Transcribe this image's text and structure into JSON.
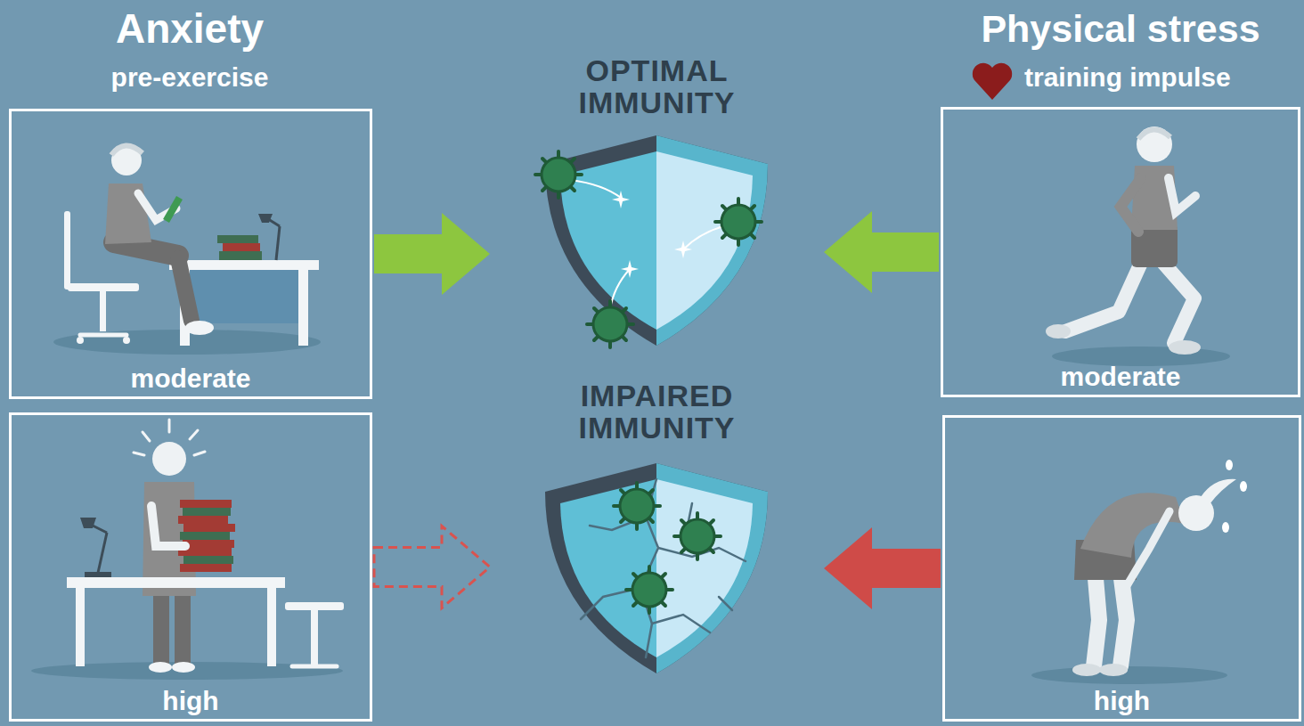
{
  "diagram": {
    "nodes": [
      {
        "text": [
          "moderate"
        ]
      },
      {
        "text": [
          "high"
        ]
      },
      {
        "text": [
          "OPTIMAL IMMUNITY"
        ]
      },
      {
        "text": [
          "IMPAIRED IMMUNITY"
        ]
      },
      {
        "text": [
          "moderate"
        ]
      },
      {
        "text": [
          "high"
        ]
      }
    ],
    "edges": [
      {
        "from": 0,
        "to": 2,
        "arrow": "to"
      },
      {
        "from": 1,
        "to": 3,
        "arrow": "to"
      },
      {
        "from": 4,
        "to": 2,
        "arrow": "to"
      },
      {
        "from": 5,
        "to": 3,
        "arrow": "to"
      }
    ],
    "labels": [
      "Anxiety",
      "pre-exercise",
      "Physical stress",
      "training impulse"
    ]
  }
}
